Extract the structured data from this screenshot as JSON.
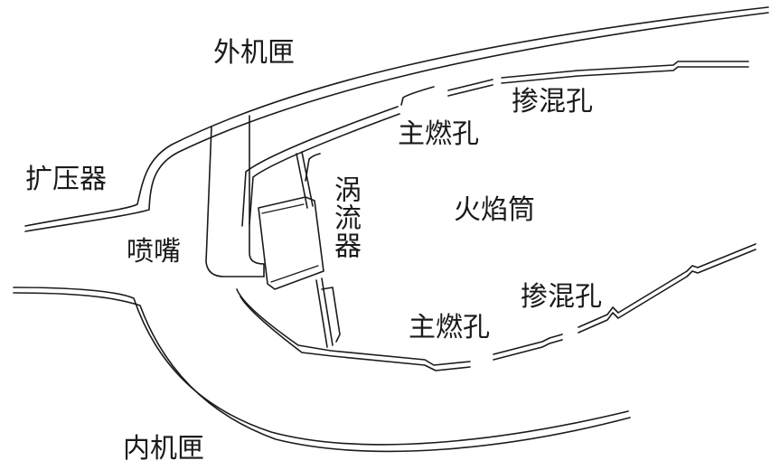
{
  "labels": {
    "outer_casing": "外机匣",
    "inner_casing": "内机匣",
    "diffuser": "扩压器",
    "nozzle": "喷嘴",
    "swirler": "涡流器",
    "liner": "火焰筒",
    "primary_holes_upper": "主燃孔",
    "primary_holes_lower": "主燃孔",
    "dilution_holes_upper": "掺混孔",
    "dilution_holes_lower": "掺混孔"
  },
  "colors": {
    "line": "#1a1a1a",
    "background": "#ffffff"
  }
}
